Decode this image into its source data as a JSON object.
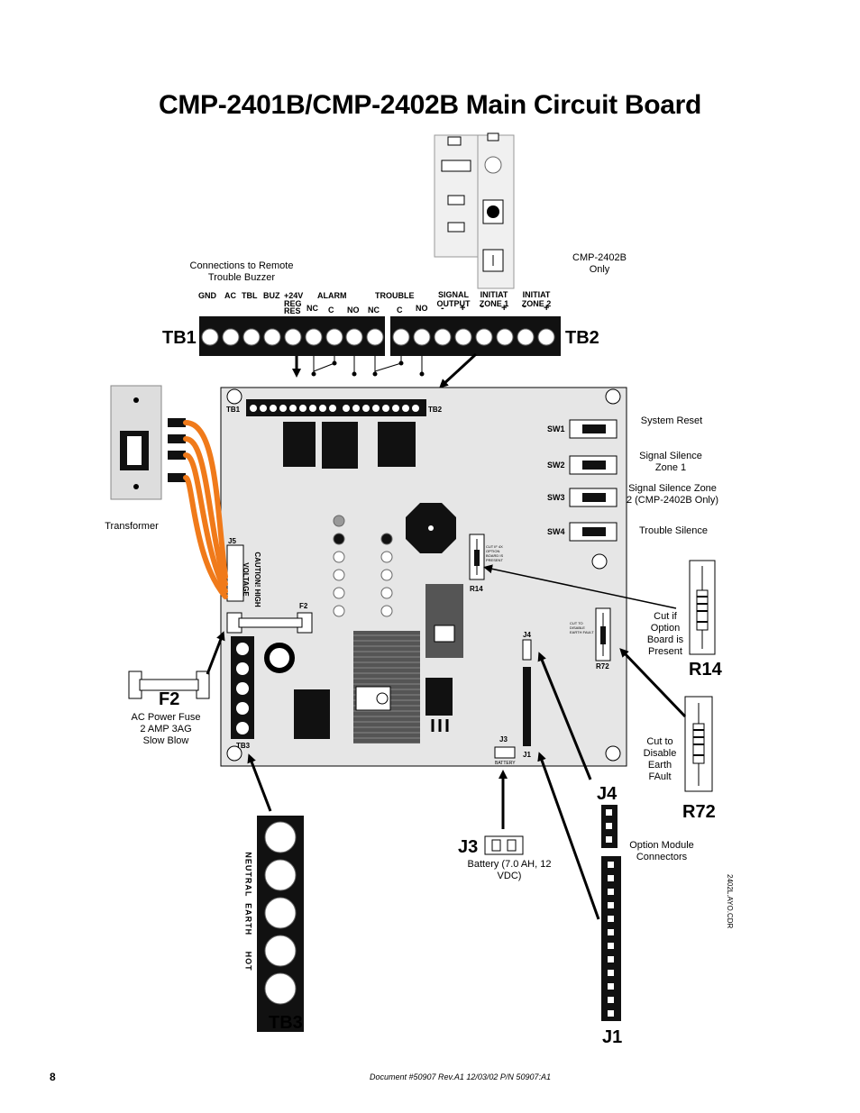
{
  "title": "CMP-2401B/CMP-2402B Main Circuit Board",
  "terminal_blocks": {
    "tb1_label": "TB1",
    "tb2_label": "TB2",
    "tb3_label": "TB3",
    "tb1_terminals": [
      "GND",
      "AC",
      "TBL",
      "BUZ",
      "+24V",
      "REG",
      "RES"
    ],
    "alarm": "ALARM",
    "trouble": "TROUBLE",
    "nc": "NC",
    "c": "C",
    "no": "NO",
    "signal_output": "SIGNAL OUTPUT",
    "initiat_zone1": "INITIAT ZONE 1",
    "initiat_zone2": "INITIAT ZONE 2",
    "minus": "-",
    "plus": "+",
    "tb3_terminals": "NEUTRAL  EARTH     HOT"
  },
  "callouts": {
    "remote_buzzer": "Connections to Remote Trouble Buzzer",
    "cmp2402b_only": "CMP-2402B Only",
    "system_reset": "System Reset",
    "signal_silence_1": "Signal Silence Zone 1",
    "signal_silence_2": "Signal Silence Zone 2 (CMP-2402B Only)",
    "trouble_silence": "Trouble Silence",
    "transformer": "Transformer",
    "ac_fuse": "AC Power Fuse 2 AMP 3AG Slow Blow",
    "cut_r14": "Cut if Option Board is Present",
    "cut_r72": "Cut to Disable Earth FAult",
    "battery": "Battery (7.0 AH, 12 VDC)",
    "option_connectors": "Option Module Connectors"
  },
  "board_labels": {
    "sw1": "SW1",
    "sw2": "SW2",
    "sw3": "SW3",
    "sw4": "SW4",
    "j1": "J1",
    "j3": "J3",
    "j4": "J4",
    "j5": "J5",
    "f2": "F2",
    "r14": "R14",
    "r72": "R72",
    "caution": "CAUTION! HIGH VOLTAGE",
    "battery_small": "BATTERY",
    "cut_small_r14": "CUT IF 4X OPTION BOARD IS PRESENT",
    "cut_small_r72": "CUT TO DISABLE EARTH FAULT"
  },
  "big_labels": {
    "f2": "F2",
    "r14": "R14",
    "r72": "R72",
    "j1": "J1",
    "j3": "J3",
    "j4": "J4",
    "tb3": "TB3"
  },
  "footer": {
    "page": "8",
    "doc": "Document #50907     Rev.A1      12/03/02     P/N 50907:A1"
  },
  "file_id": "2402L.AYO.CDR",
  "colors": {
    "wire": "#f07a1a",
    "board": "#e4e4e4",
    "dark": "#1a1a1a"
  }
}
